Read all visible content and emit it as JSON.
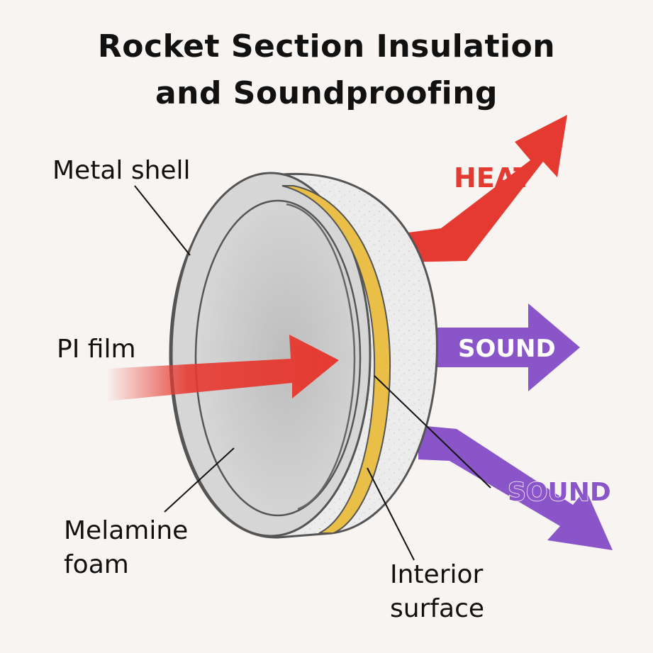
{
  "title": {
    "line1": "Rocket Section Insulation",
    "line2": "and Soundproofing"
  },
  "labels": {
    "metal_shell": "Metal shell",
    "pi_film": "PI film",
    "melamine_line1": "Melamine",
    "melamine_line2": "foam",
    "interior_line1": "Interior",
    "interior_line2": "surface"
  },
  "arrows": {
    "heat": "HEAT",
    "sound_upper": "SOUND",
    "sound_lower": "SOUND"
  },
  "colors": {
    "heat": "#e53a31",
    "sound": "#8a55c9",
    "pi_film": "#e9bf48",
    "metal": "#dcdcdc",
    "foam": "#ebebeb"
  }
}
